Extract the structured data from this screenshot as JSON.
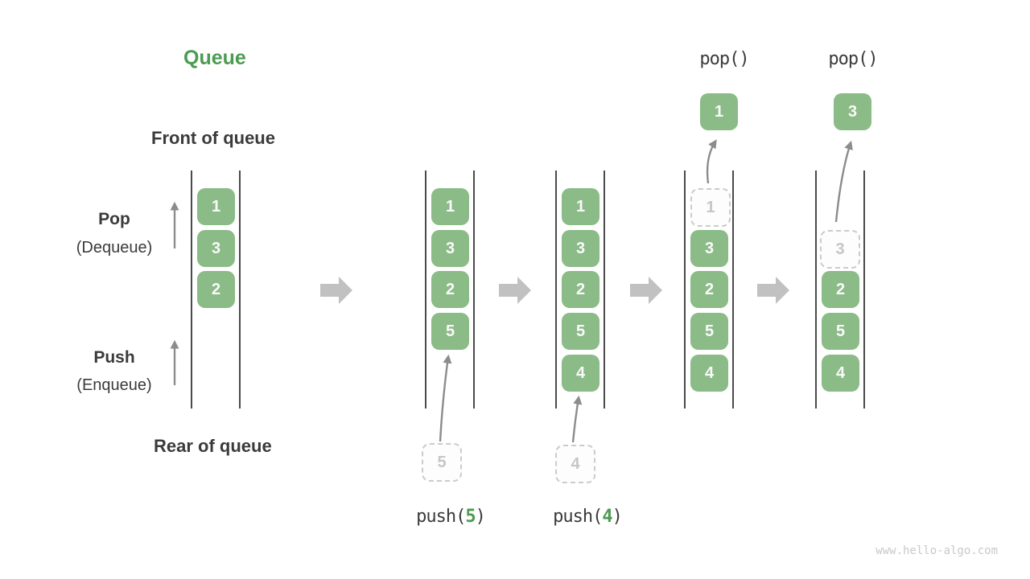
{
  "title": "Queue",
  "side_labels": {
    "front": "Front of queue",
    "rear": "Rear of queue",
    "pop": "Pop",
    "pop_sub": "(Dequeue)",
    "push": "Push",
    "push_sub": "(Enqueue)"
  },
  "colors": {
    "block_green": "#8BBB87",
    "title_green": "#4B9B50",
    "text_dark": "#3B3B3B",
    "container_line": "#4A4A4A",
    "big_arrow_gray": "#C1C1C1",
    "thin_arrow_gray": "#8C8C8C",
    "dashed_border": "#CBCBCB",
    "dashed_text": "#C6C6C6",
    "watermark_gray": "#C9C9C9"
  },
  "states": [
    {
      "id": 1,
      "blocks": [
        "1",
        "3",
        "2"
      ]
    },
    {
      "id": 2,
      "blocks": [
        "1",
        "3",
        "2",
        "5"
      ],
      "pushed_value": "5",
      "operation": {
        "prefix": "push(",
        "arg": "5",
        "suffix": ")"
      }
    },
    {
      "id": 3,
      "blocks": [
        "1",
        "3",
        "2",
        "5",
        "4"
      ],
      "pushed_value": "4",
      "operation": {
        "prefix": "push(",
        "arg": "4",
        "suffix": ")"
      }
    },
    {
      "id": 4,
      "blocks": [
        "3",
        "2",
        "5",
        "4"
      ],
      "popped_slot_value": "1",
      "popped_value": "1",
      "operation_label": "pop()"
    },
    {
      "id": 5,
      "blocks": [
        "2",
        "5",
        "4"
      ],
      "popped_slot_value": "3",
      "popped_value": "3",
      "operation_label": "pop()"
    }
  ],
  "watermark": "www.hello-algo.com"
}
